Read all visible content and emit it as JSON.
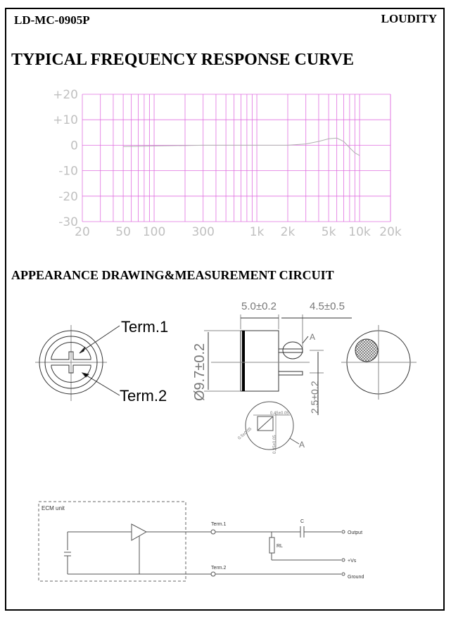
{
  "header": {
    "model": "LD-MC-0905P",
    "brand": "LOUDITY"
  },
  "frequency_section": {
    "title": "TYPICAL FREQUENCY RESPONSE CURVE"
  },
  "chart_data": {
    "type": "line",
    "title": "",
    "xlabel": "",
    "ylabel": "",
    "x_scale": "log",
    "xlim": [
      20,
      20000
    ],
    "ylim": [
      -30,
      20
    ],
    "grid": true,
    "x_tick_labels": [
      "20",
      "50",
      "100",
      "300",
      "1k",
      "2k",
      "5k",
      "10k",
      "20k"
    ],
    "x_tick_values": [
      20,
      50,
      100,
      300,
      1000,
      2000,
      5000,
      10000,
      20000
    ],
    "y_tick_labels": [
      "+20",
      "+10",
      "0",
      "-10",
      "-20",
      "-30"
    ],
    "y_tick_values": [
      20,
      10,
      0,
      -10,
      -20,
      -30
    ],
    "colors": {
      "grid": "#e070e0",
      "labels": "#c0c0c0",
      "curve": "#b0b0b0"
    },
    "series": [
      {
        "x": [
          50,
          100,
          300,
          1000,
          2000,
          3000,
          4000,
          5000,
          6000,
          7000,
          8000,
          9000,
          10000
        ],
        "y": [
          -0.5,
          -0.3,
          0,
          0,
          0,
          0.5,
          1.5,
          2.5,
          2.8,
          1.5,
          -1,
          -3,
          -4
        ]
      }
    ]
  },
  "appearance_section": {
    "title": "APPEARANCE DRAWING&MEASUREMENT CIRCUIT"
  },
  "drawing": {
    "term1": "Term.1",
    "term2": "Term.2",
    "dim_length": "5.0±0.2",
    "dim_pin_length": "4.5±0.5",
    "dim_diameter": "Ø9.7±0.2",
    "dim_pitch": "2.5±0.2",
    "detail_ref": "A",
    "detail_dim_top": "0.45±0.05",
    "detail_dim_side": "0.35±0.05",
    "detail_dim_diag": "0.5±0.05"
  },
  "circuit": {
    "unit_label": "ECM unit",
    "term1": "Term.1",
    "term2": "Term.2",
    "cap_label": "C",
    "rl_label": "RL",
    "output_label": "Output",
    "vs_label": "+Vs",
    "ground_label": "Ground"
  }
}
